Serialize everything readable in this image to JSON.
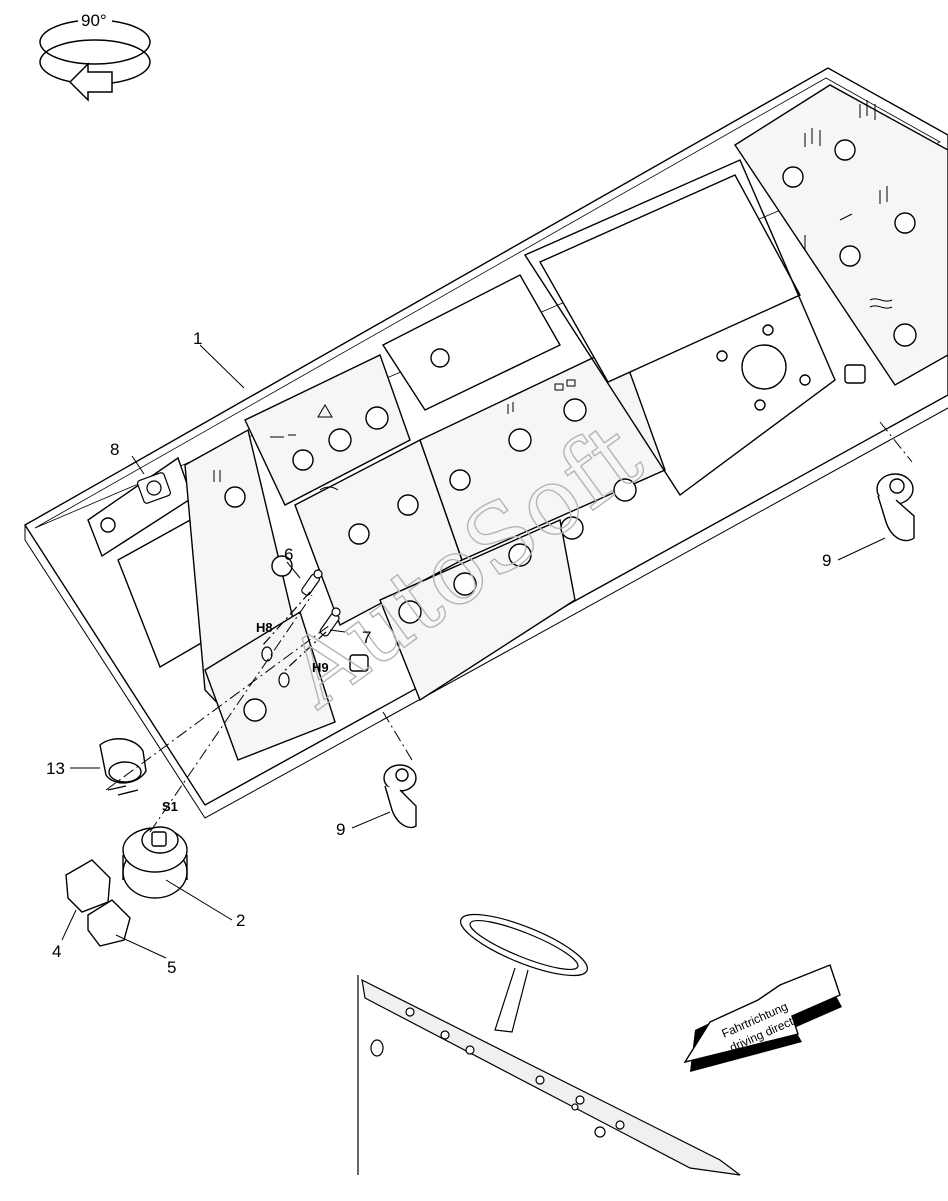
{
  "rotation_badge": {
    "text": "90°"
  },
  "callouts": {
    "c1": "1",
    "c2": "2",
    "c4": "4",
    "c5": "5",
    "c6": "6",
    "c7": "7",
    "c8": "8",
    "c9a": "9",
    "c9b": "9",
    "c13": "13"
  },
  "component_labels": {
    "h8": "H8",
    "h9": "H9",
    "s1": "S1"
  },
  "direction_arrow": {
    "line1": "Fahrtrichtung",
    "line2": "driving direction"
  },
  "watermark": {
    "text": "AutoSoft"
  }
}
